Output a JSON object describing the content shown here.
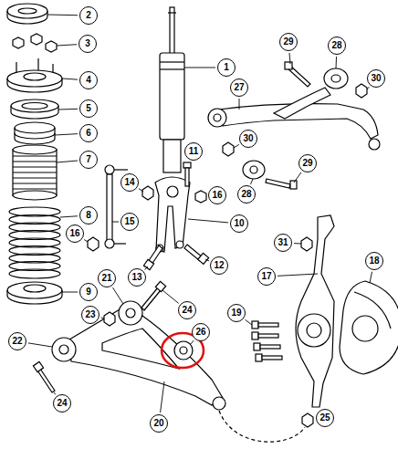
{
  "diagram": {
    "labels": [
      "2",
      "3",
      "4",
      "1",
      "5",
      "6",
      "7",
      "29",
      "28",
      "30",
      "27",
      "11",
      "30",
      "14",
      "16",
      "8",
      "15",
      "10",
      "29",
      "28",
      "16",
      "31",
      "12",
      "13",
      "18",
      "17",
      "9",
      "21",
      "24",
      "23",
      "26",
      "19",
      "22",
      "24",
      "20",
      "25"
    ]
  }
}
